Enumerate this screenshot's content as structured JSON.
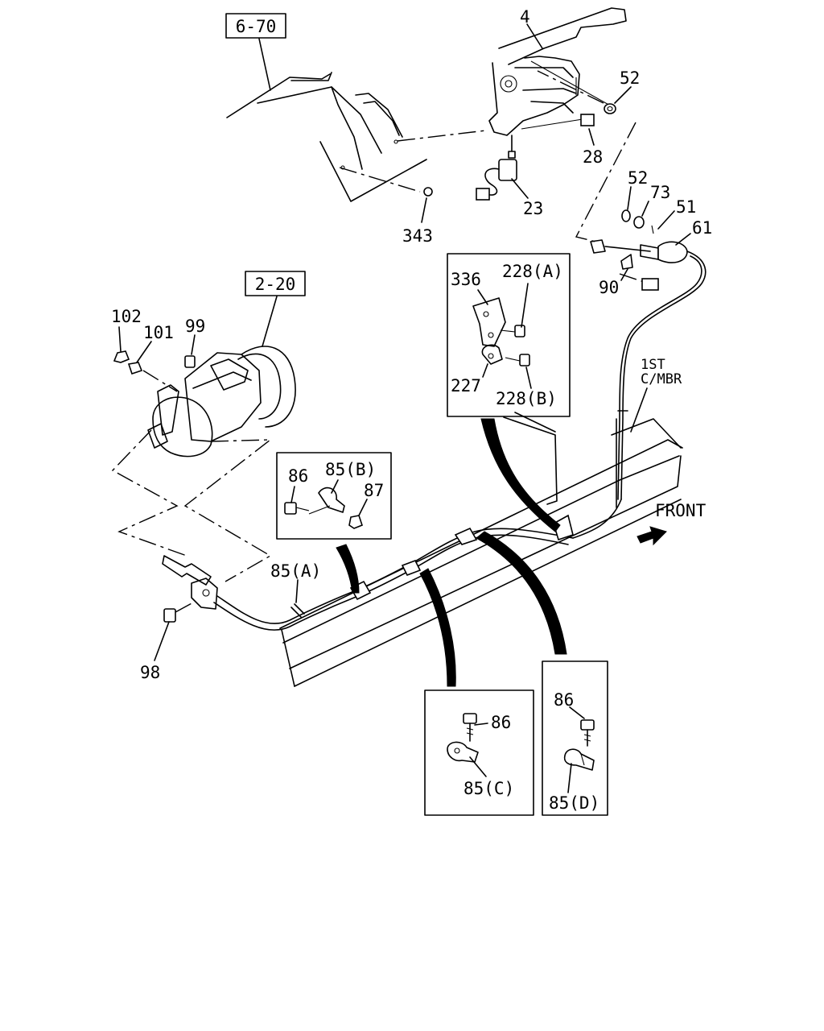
{
  "refs": {
    "r670": "6-70",
    "r220": "2-20"
  },
  "callouts": {
    "c4": "4",
    "c52a": "52",
    "c28": "28",
    "c23": "23",
    "c343": "343",
    "c52b": "52",
    "c73": "73",
    "c51": "51",
    "c61": "61",
    "c90": "90",
    "c336": "336",
    "c228a": "228(A)",
    "c227": "227",
    "c228b": "228(B)",
    "c102": "102",
    "c101": "101",
    "c99": "99",
    "c86a": "86",
    "c85b": "85(B)",
    "c87": "87",
    "c85a": "85(A)",
    "c98": "98",
    "c86c": "86",
    "c85c": "85(C)",
    "c86d": "86",
    "c85d": "85(D)"
  },
  "notes": {
    "crossmember_1": "1ST",
    "crossmember_2": "C/MBR",
    "front": "FRONT"
  },
  "colors": {
    "line": "#000000",
    "background": "#ffffff"
  },
  "icons": {
    "front_arrow": "arrow-right-icon"
  }
}
